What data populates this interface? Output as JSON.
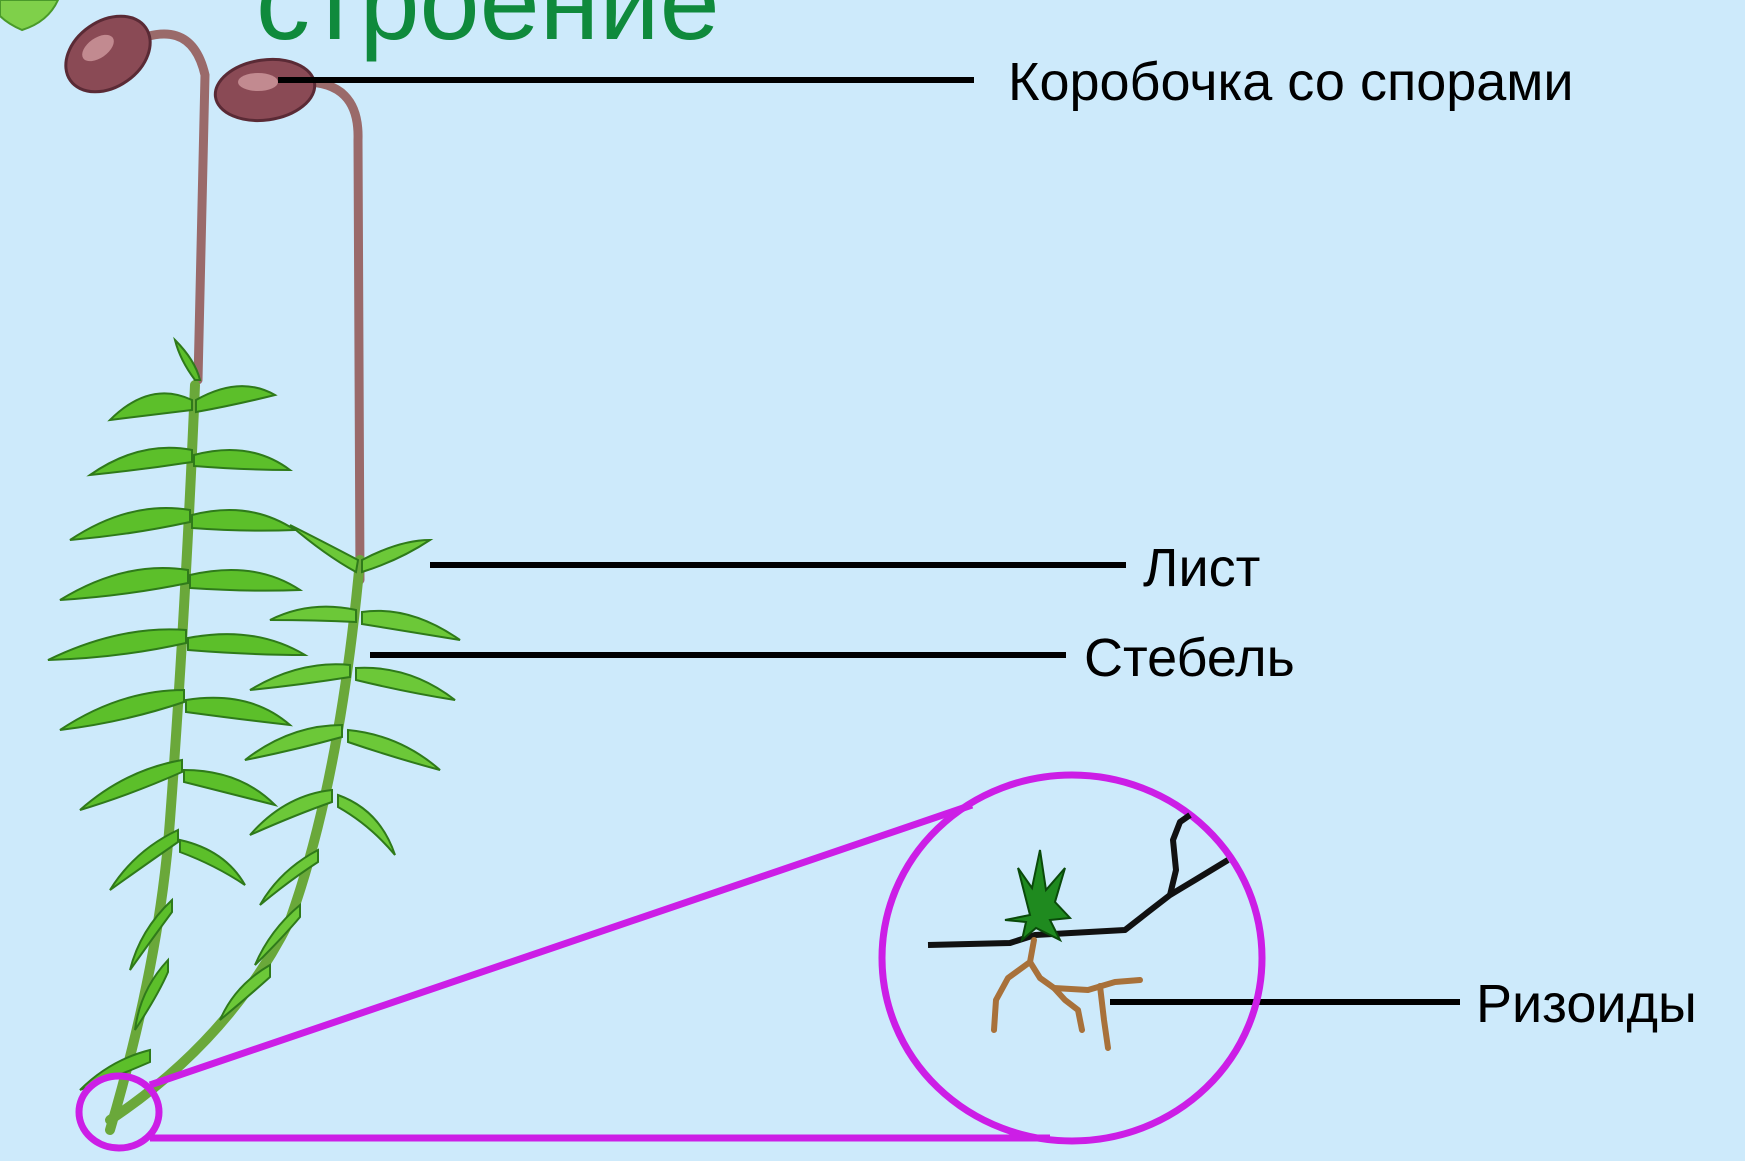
{
  "title": "строение",
  "labels": {
    "capsule": "Коробочка со спорами",
    "leaf": "Лист",
    "stem": "Стебель",
    "rhizoids": "Ризоиды"
  },
  "colors": {
    "background": "#cdeafb",
    "title": "#0f8a3c",
    "magnifier": "#cc1ee6",
    "leader_line": "#000000",
    "moss_leaf": "#5cbf2a",
    "capsule": "#8a4a55",
    "seta": "#9a6a6a",
    "rhizoid": "#a8713a"
  }
}
